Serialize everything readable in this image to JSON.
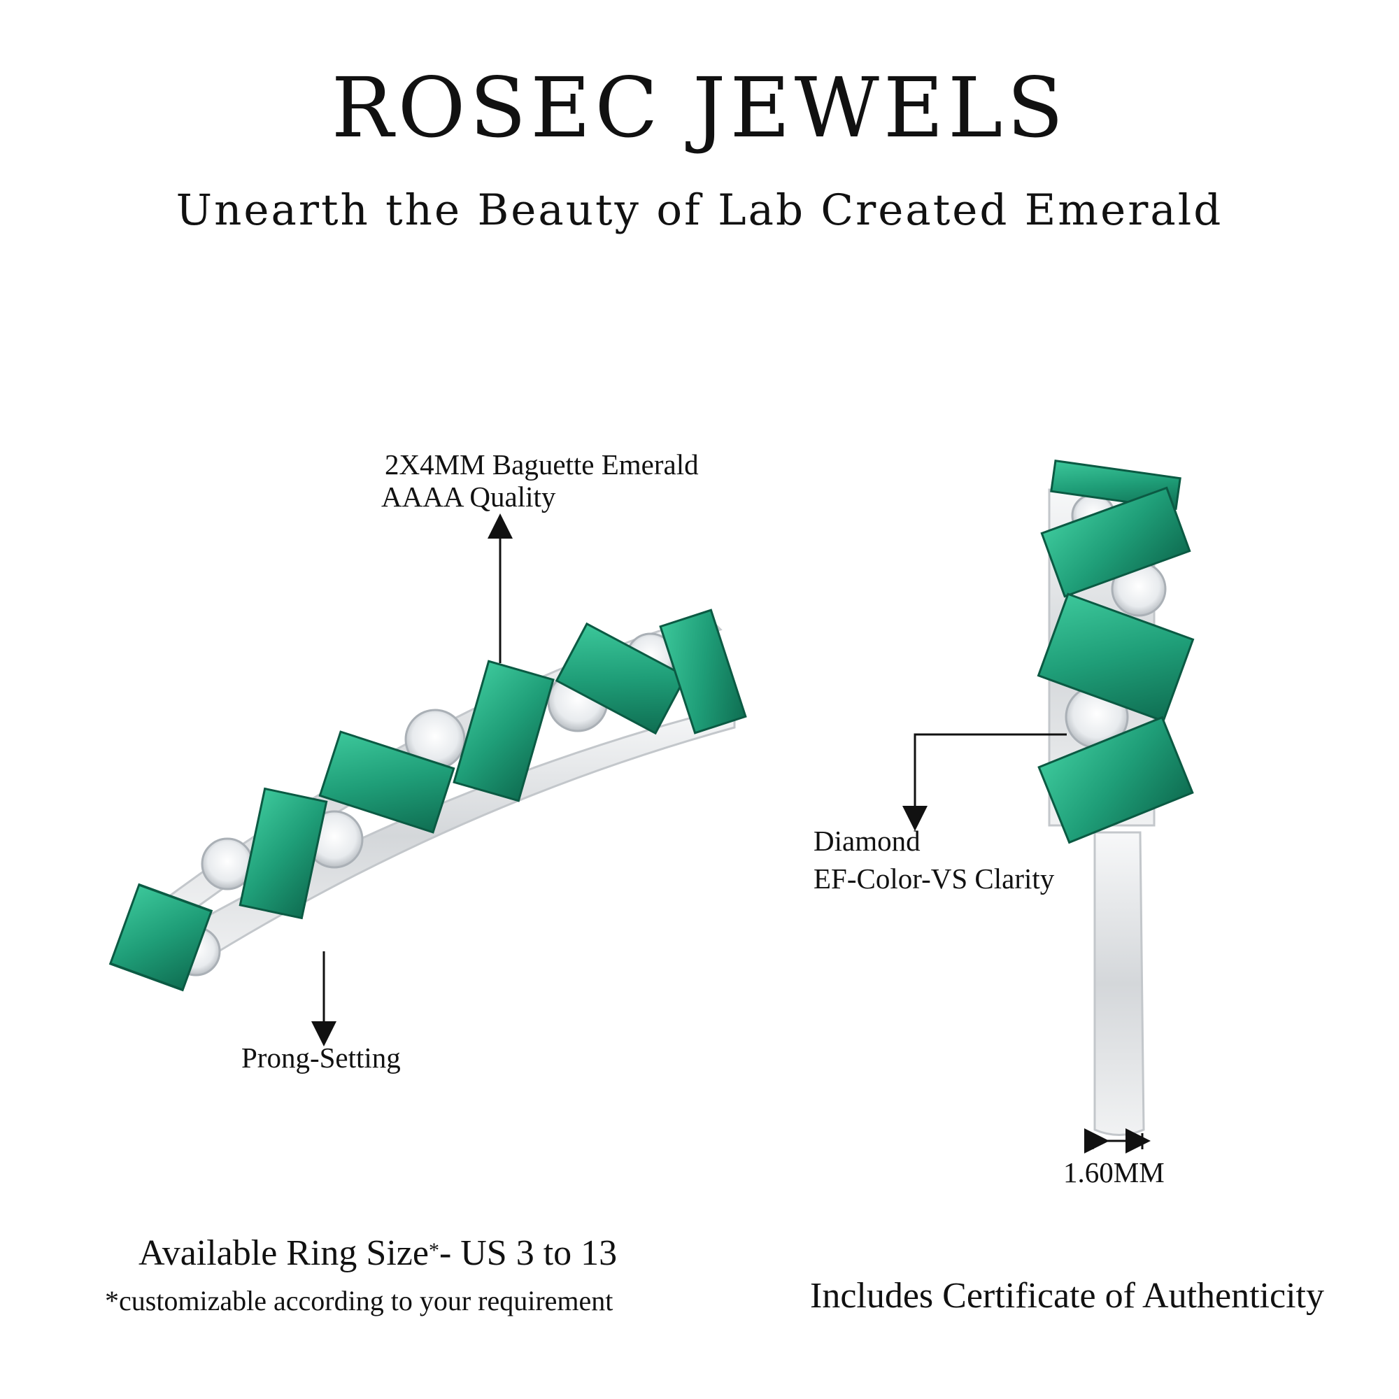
{
  "header": {
    "brand": "ROSEC JEWELS",
    "tagline": "Unearth the Beauty of Lab Created Emerald"
  },
  "callouts": {
    "emerald_line1": "2X4MM Baguette Emerald",
    "emerald_line2": "AAAA Quality",
    "prong": "Prong-Setting",
    "diamond_line1": "Diamond",
    "diamond_line2": "EF-Color-VS Clarity",
    "width": "1.60MM"
  },
  "footer": {
    "ring_size_prefix": "Available Ring Size",
    "ring_size_mark": "*",
    "ring_size_suffix": "- US 3 to 13",
    "customize_note": "*customizable according to your requirement",
    "certificate": "Includes Certificate of Authenticity"
  },
  "colors": {
    "emerald": "#1f9e78",
    "emerald_dark": "#0f6e52",
    "metal": "#e6e8ea",
    "diamond": "#f4f6f8"
  }
}
